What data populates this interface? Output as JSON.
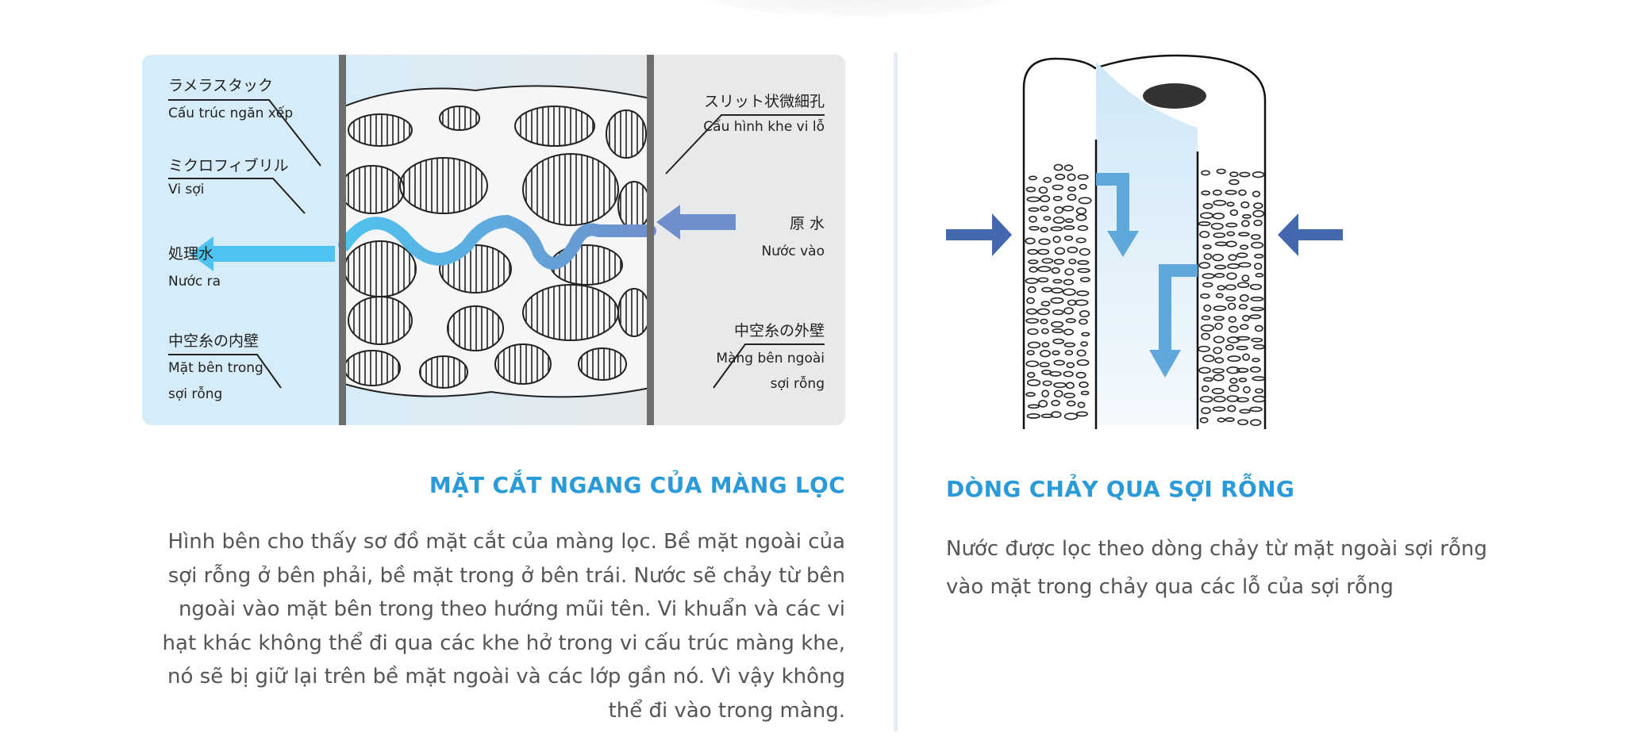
{
  "left_diagram": {
    "labels": {
      "lamella_jp": "ラメラスタック",
      "lamella_vi": "Cấu trúc ngăn xếp",
      "microfibril_jp": "ミクロフィブリル",
      "microfibril_vi": "Vi sợi",
      "treated_jp": "処理水",
      "treated_vi": "Nước ra",
      "inner_wall_jp": "中空糸の内壁",
      "inner_wall_vi_1": "Mặt bên trong",
      "inner_wall_vi_2": "sợi rỗng",
      "slit_jp": "スリット状微細孔",
      "slit_vi": "Cấu hình khe vi lỗ",
      "raw_jp": "原 水",
      "raw_vi": "Nước vào",
      "outer_wall_jp": "中空糸の外壁",
      "outer_wall_vi_1": "Màng bên ngoài",
      "outer_wall_vi_2": "sợi rỗng"
    },
    "colors": {
      "outflow_arrow": "#4fc3ef",
      "inflow_arrow": "#6f8fcc",
      "inner_bg": "#d6ecf8",
      "outer_bg": "#e8e9eb"
    }
  },
  "left_section": {
    "heading": "MẶT CẮT NGANG CỦA MÀNG LỌC",
    "body_lines": [
      "Hình bên cho thấy sơ đồ mặt cắt của màng lọc. Bề mặt ngoài của",
      "sợi rỗng ở bên phải, bề mặt trong ở bên trái. Nước sẽ chảy từ bên",
      "ngoài vào mặt bên trong theo hướng mũi tên. Vi khuẩn và các vi",
      "hạt khác không thể đi qua các khe hở trong vi cấu trúc màng khe,",
      "nó sẽ bị giữ lại trên bề mặt ngoài và các lớp gần nó. Vì vậy không",
      "thể đi vào trong màng."
    ]
  },
  "right_section": {
    "heading": "DÒNG CHẢY QUA SỢI RỖNG",
    "body_lines": [
      "Nước được lọc theo dòng chảy từ mặt ngoài sợi rỗng",
      "vào mặt trong chảy qua các lỗ của sợi rỗng"
    ]
  },
  "colors": {
    "heading": "#2b9ad8",
    "body": "#555555",
    "arrow_dark": "#4468b0",
    "arrow_light": "#5ea8dc"
  }
}
